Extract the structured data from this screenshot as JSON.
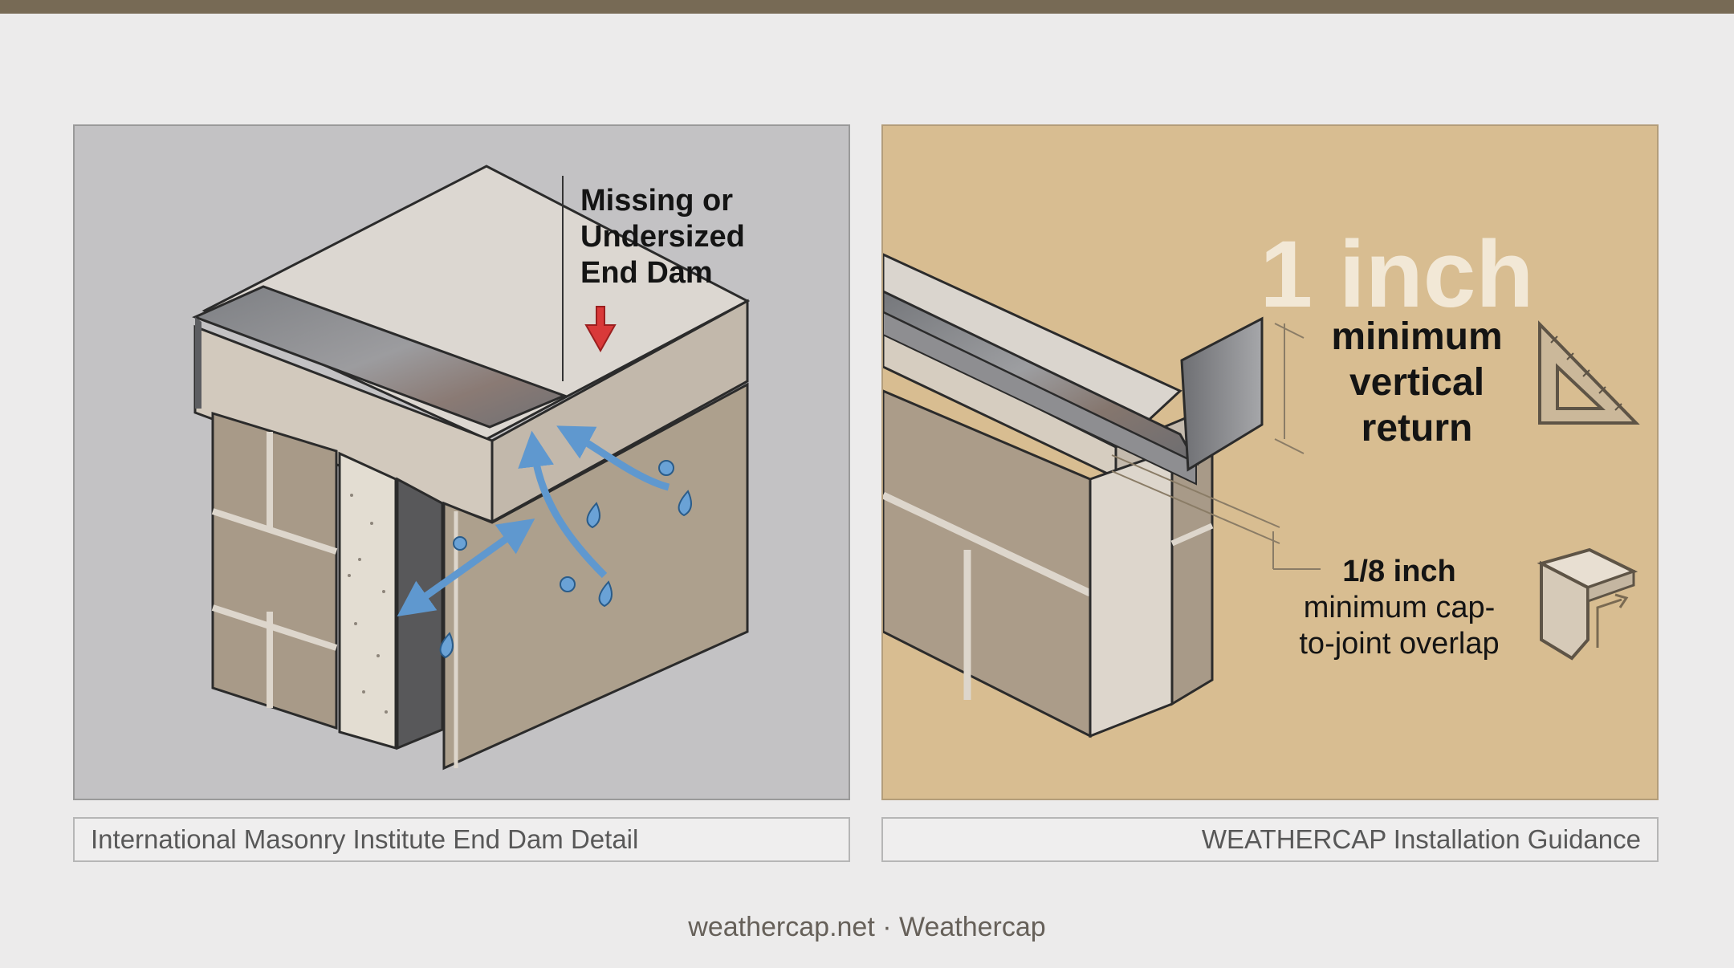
{
  "left_panel": {
    "annotation_lines": [
      "Missing or",
      "Undersized",
      "End Dam"
    ],
    "caption": "International Masonry Institute End Dam Detail"
  },
  "right_panel": {
    "big_label": "1 inch",
    "return_lines": [
      "minimum",
      "vertical",
      "return"
    ],
    "overlap_title": "1/8 inch",
    "overlap_lines": [
      "minimum cap-",
      "to-joint overlap"
    ],
    "caption": "WEATHERCAP Installation Guidance"
  },
  "footer": "weathercap.net · Weathercap",
  "icons": [
    "down-arrow-icon",
    "set-square-icon",
    "cap-corner-icon"
  ],
  "colors": {
    "top_bar": "#776a55",
    "left_panel_bg": "#c3c2c4",
    "right_panel_bg": "#d8bd91",
    "water_arrow": "#5f98cf",
    "warning_arrow": "#d93939",
    "big_label": "#f2e8d6"
  }
}
